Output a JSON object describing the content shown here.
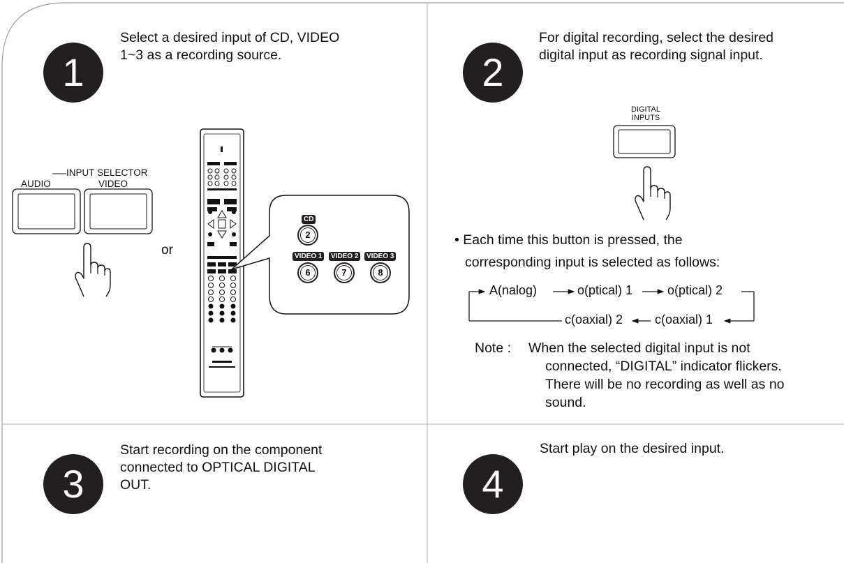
{
  "steps": [
    {
      "number": "1",
      "text": "Select a desired input of CD, VIDEO\n1~3 as a recording source."
    },
    {
      "number": "2",
      "text": "For digital recording, select the desired\ndigital input as recording signal input."
    },
    {
      "number": "3",
      "text": "Start recording on the component\nconnected to OPTICAL DIGITAL\nOUT."
    },
    {
      "number": "4",
      "text": "Start play on the desired input."
    }
  ],
  "panel1": {
    "input_selector_label": "INPUT SELECTOR",
    "audio_label": "AUDIO",
    "video_label": "VIDEO",
    "or_text": "or",
    "remote_buttons": {
      "cd_label": "CD",
      "cd_number": "2",
      "video1_label": "VIDEO 1",
      "video2_label": "VIDEO 2",
      "video3_label": "VIDEO 3",
      "video1_number": "6",
      "video2_number": "7",
      "video3_number": "8"
    }
  },
  "panel2": {
    "digital_inputs_label": "DIGITAL\nINPUTS",
    "bullet_line1": "• Each time this button is pressed, the",
    "bullet_line2": "corresponding input is selected as follows:",
    "flow": {
      "analog": "A(nalog)",
      "optical1": "o(ptical) 1",
      "optical2": "o(ptical) 2",
      "coaxial2": "c(oaxial) 2",
      "coaxial1": "c(oaxial) 1"
    },
    "note_prefix": "Note :",
    "note_line1": "When the selected digital input is not",
    "note_line2": "connected, “DIGITAL” indicator flickers.",
    "note_line3": "There will be no recording as well as no",
    "note_line4": "sound."
  }
}
